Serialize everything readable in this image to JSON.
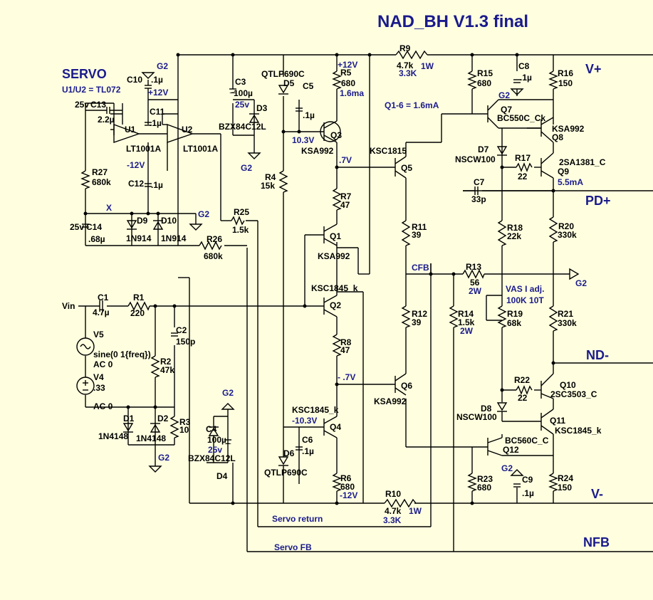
{
  "title": "NAD_BH V1.3 final",
  "servo": {
    "heading": "SERVO",
    "note": "U1/U2 = TL072"
  },
  "nets": {
    "vplus": "V+",
    "pdplus": "PD+",
    "gnd_g2": "G2",
    "ndminus": "ND-",
    "vminus": "V-",
    "nfb": "NFB",
    "vin": "Vin",
    "cfb": "CFB",
    "x": "X",
    "servo_return": "Servo return",
    "servo_fb": "Servo FB"
  },
  "rails": {
    "p12": "+12V",
    "n12": "-12V"
  },
  "notes": {
    "q16": "Q1-6 = 1.6mA",
    "vas": "VAS I adj.",
    "vas_pot": "100K 10T",
    "q9_current": "5.5mA",
    "q3_v": "10.3V",
    "q4_v": "-10.3V",
    "v_p7": ".7V",
    "v_n7": "- .7V",
    "r5_i": "1.6ma"
  },
  "components": {
    "c10": {
      "name": "C10",
      "value": ".1µ"
    },
    "c11": {
      "name": "C11",
      "value": ".1µ"
    },
    "c12": {
      "name": "C12",
      "value": ".1µ"
    },
    "c13": {
      "name": "C13",
      "value": "2.2µ",
      "volt": "25v"
    },
    "c14": {
      "name": "C14",
      "value": ".68µ",
      "volt": "25v"
    },
    "u1": {
      "name": "U1",
      "part": "LT1001A"
    },
    "u2": {
      "name": "U2",
      "part": "LT1001A"
    },
    "r27": {
      "name": "R27",
      "value": "680k"
    },
    "d9": {
      "name": "D9",
      "part": "1N914"
    },
    "d10": {
      "name": "D10",
      "part": "1N914"
    },
    "r25": {
      "name": "R25",
      "value": "1.5k"
    },
    "r26": {
      "name": "R26",
      "value": "680k"
    },
    "c3": {
      "name": "C3",
      "value": "100µ",
      "volt": "25v"
    },
    "d3": {
      "name": "D3",
      "part": "BZX84C12L"
    },
    "d5": {
      "name": "D5",
      "part": "QTLP690C"
    },
    "c5": {
      "name": "C5",
      "value": ".1µ"
    },
    "r4": {
      "name": "R4",
      "value": "15k"
    },
    "r5": {
      "name": "R5",
      "value": "680"
    },
    "q3": {
      "name": "Q3",
      "part": "KSA992"
    },
    "r9": {
      "name": "R9",
      "value": "4.7k",
      "alt": "3.3K",
      "power": "1W"
    },
    "r7": {
      "name": "R7",
      "value": "47"
    },
    "q1": {
      "name": "Q1",
      "part": "KSA992"
    },
    "q2": {
      "name": "Q2",
      "part": "KSC1845_k"
    },
    "r8": {
      "name": "R8",
      "value": "47"
    },
    "q4": {
      "name": "Q4",
      "part": "KSC1845_k"
    },
    "d6": {
      "name": "D6",
      "part": "QTLP690C"
    },
    "c6": {
      "name": "C6",
      "value": ".1µ"
    },
    "r6": {
      "name": "R6",
      "value": "680"
    },
    "r10": {
      "name": "R10",
      "value": "4.7k",
      "alt": "3.3K",
      "power": "1W"
    },
    "q5": {
      "name": "Q5",
      "part": "KSC1815"
    },
    "r11": {
      "name": "R11",
      "value": "39"
    },
    "r12": {
      "name": "R12",
      "value": "39"
    },
    "q6": {
      "name": "Q6",
      "part": "KSA992"
    },
    "r13": {
      "name": "R13",
      "value": "56",
      "power": "2W"
    },
    "r14": {
      "name": "R14",
      "value": "1.5k",
      "power": "2W"
    },
    "c7": {
      "name": "C7",
      "value": "33p"
    },
    "r15": {
      "name": "R15",
      "value": "680"
    },
    "c8": {
      "name": "C8",
      "value": ".1µ"
    },
    "r16": {
      "name": "R16",
      "value": "150"
    },
    "q7": {
      "name": "Q7",
      "part": "BC550C_Ck"
    },
    "q8": {
      "name": "Q8",
      "part": "KSA992"
    },
    "d7": {
      "name": "D7",
      "part": "NSCW100"
    },
    "r17": {
      "name": "R17",
      "value": "22"
    },
    "q9": {
      "name": "Q9",
      "part": "2SA1381_C"
    },
    "r18": {
      "name": "R18",
      "value": "22k"
    },
    "r20": {
      "name": "R20",
      "value": "330k"
    },
    "r19": {
      "name": "R19",
      "value": "68k"
    },
    "r21": {
      "name": "R21",
      "value": "330k"
    },
    "r22": {
      "name": "R22",
      "value": "22"
    },
    "q10": {
      "name": "Q10",
      "part": "2SC3503_C"
    },
    "d8": {
      "name": "D8",
      "part": "NSCW100"
    },
    "q11": {
      "name": "Q11",
      "part": "KSC1845_k"
    },
    "q12": {
      "name": "Q12",
      "part": "BC560C_C"
    },
    "r23": {
      "name": "R23",
      "value": "680"
    },
    "c9": {
      "name": "C9",
      "value": ".1µ"
    },
    "r24": {
      "name": "R24",
      "value": "150"
    },
    "c1": {
      "name": "C1",
      "value": "4.7µ"
    },
    "r1": {
      "name": "R1",
      "value": "220"
    },
    "c2": {
      "name": "C2",
      "value": "150p"
    },
    "r2": {
      "name": "R2",
      "value": "47k"
    },
    "r3": {
      "name": "R3",
      "value": "10"
    },
    "v5": {
      "name": "V5",
      "line1": "sine(0 1{freq})",
      "line2": "AC 0"
    },
    "v4": {
      "name": "V4",
      "value": ".33",
      "line2": "AC 0"
    },
    "d1": {
      "name": "D1",
      "part": "1N4148"
    },
    "d2": {
      "name": "D2",
      "part": "1N4148"
    },
    "c4": {
      "name": "C4",
      "value": "100µ",
      "volt": "25v"
    },
    "d4": {
      "name": "D4",
      "part": "BZX84C12L"
    }
  },
  "colors": {
    "background": "#ffffe0",
    "wire": "#000000",
    "annotation": "#1a1a8c"
  }
}
